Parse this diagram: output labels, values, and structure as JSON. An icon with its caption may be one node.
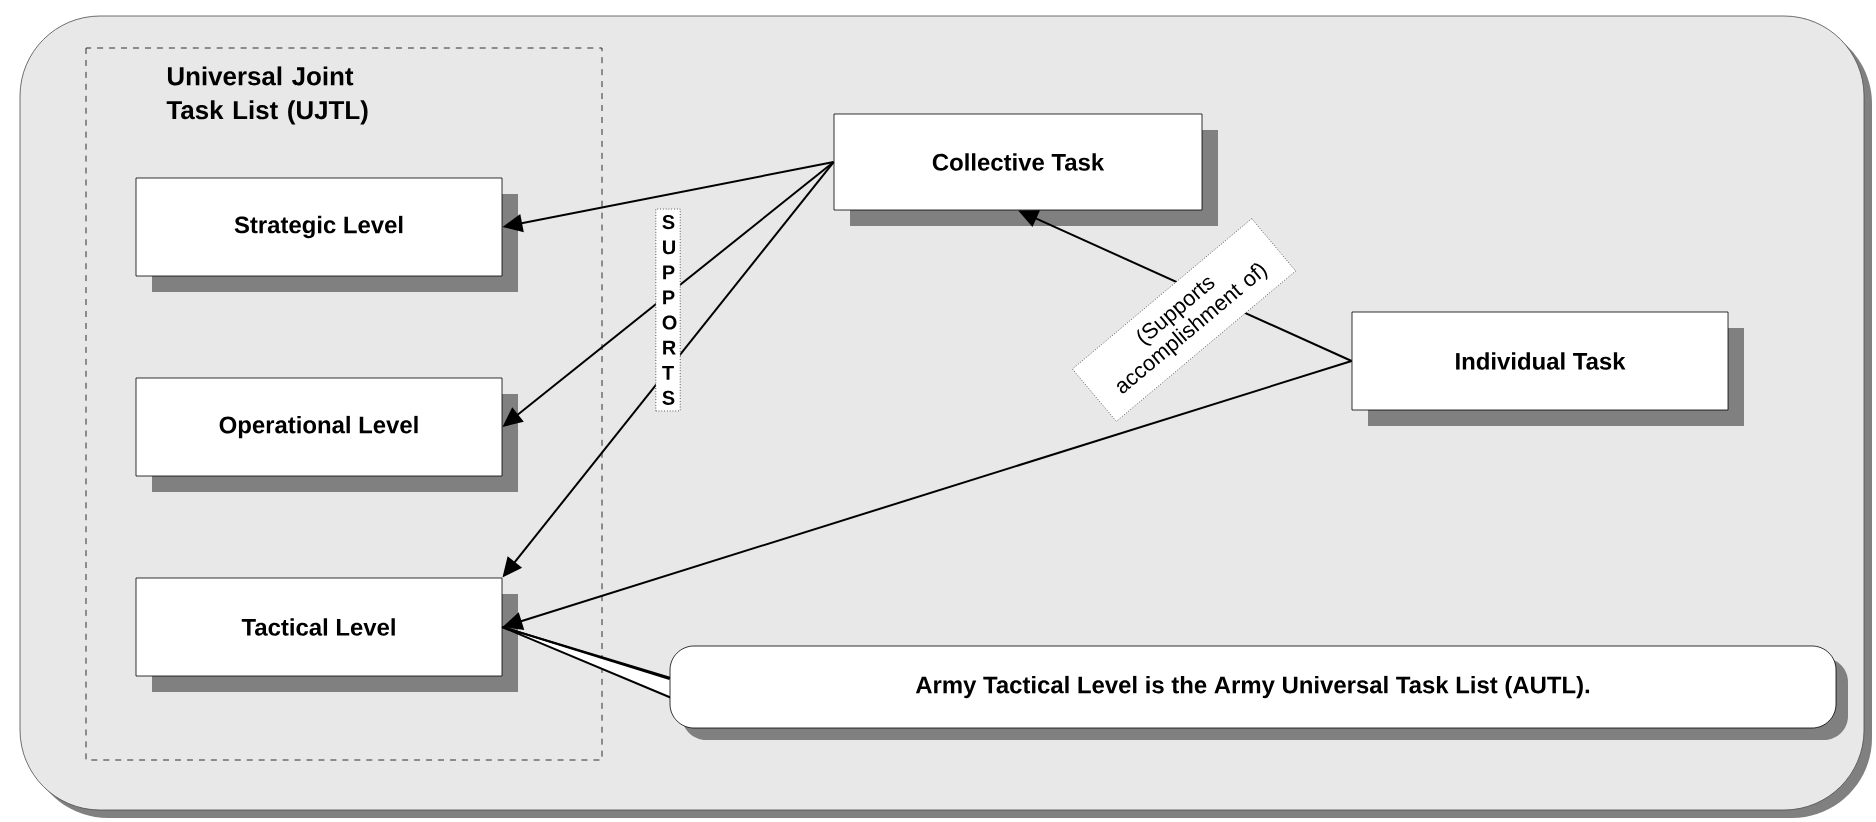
{
  "diagram": {
    "nodes": [
      {
        "text": [
          "Universal Joint Task List (UJTL)"
        ]
      },
      {
        "text": [
          "Strategic Level"
        ],
        "in": 0
      },
      {
        "text": [
          "Operational Level"
        ],
        "in": 0
      },
      {
        "text": [
          "Tactical Level"
        ],
        "in": 0
      },
      {
        "text": [
          "Collective Task"
        ]
      },
      {
        "text": [
          "Individual Task"
        ]
      },
      {
        "text": [
          "Army Tactical Level is the Army Universal Task List (AUTL)."
        ]
      }
    ],
    "edges": [
      {
        "from": 4,
        "to": 1,
        "arrow": "to"
      },
      {
        "from": 4,
        "to": 2,
        "arrow": "to",
        "label": "SUPPORTS"
      },
      {
        "from": 4,
        "to": 3,
        "arrow": "to"
      },
      {
        "from": 5,
        "to": 4,
        "arrow": "to",
        "label": "(Supports accomplishment of)"
      },
      {
        "from": 5,
        "to": 3,
        "arrow": "to"
      },
      {
        "from": 6,
        "to": 3,
        "arrow": "none"
      }
    ]
  }
}
